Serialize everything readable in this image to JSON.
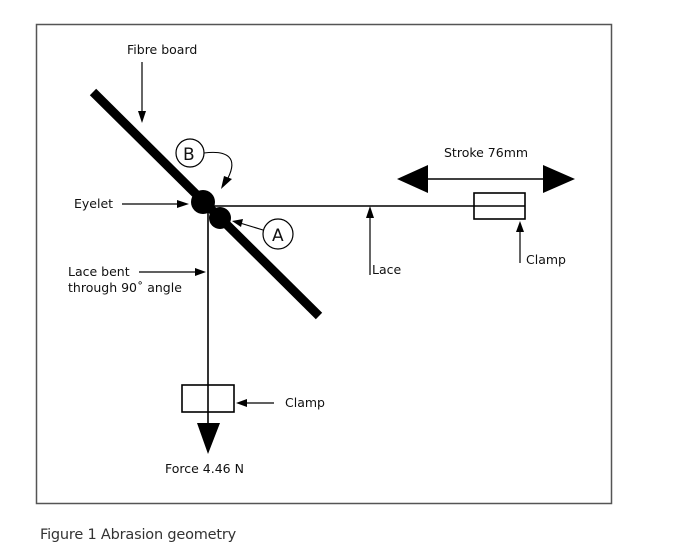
{
  "figure": {
    "caption": "Figure 1 Abrasion geometry",
    "labels": {
      "fibre_board": "Fibre board",
      "eyelet": "Eyelet",
      "lace_bent_line1": "Lace bent",
      "lace_bent_line2": "through 90˚ angle",
      "lace": "Lace",
      "stroke": "Stroke 76mm",
      "clamp_right": "Clamp",
      "clamp_bottom": "Clamp",
      "force": "Force 4.46 N",
      "point_a": "A",
      "point_b": "B"
    },
    "colors": {
      "ink": "#000000",
      "frame": "#555555",
      "background": "#ffffff"
    }
  }
}
